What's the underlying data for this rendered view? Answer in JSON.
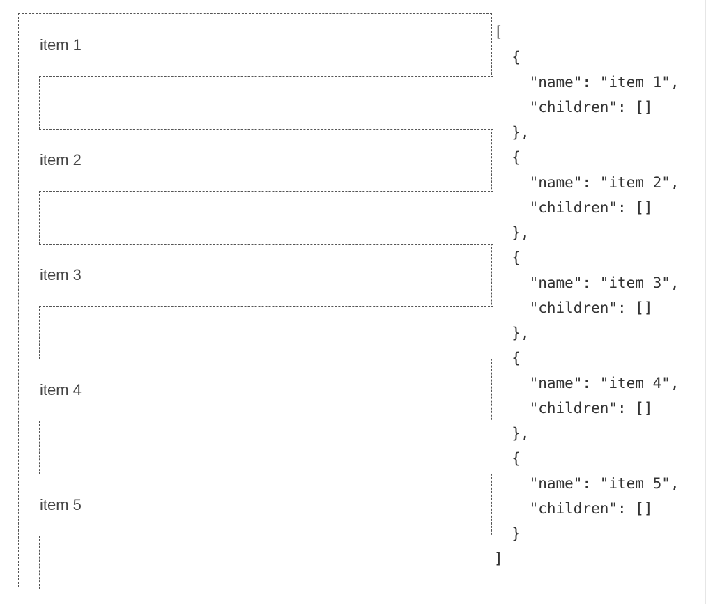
{
  "items": [
    {
      "label": "item 1"
    },
    {
      "label": "item 2"
    },
    {
      "label": "item 3"
    },
    {
      "label": "item 4"
    },
    {
      "label": "item 5"
    }
  ],
  "json_output": "[\n  {\n    \"name\": \"item 1\",\n    \"children\": []\n  },\n  {\n    \"name\": \"item 2\",\n    \"children\": []\n  },\n  {\n    \"name\": \"item 3\",\n    \"children\": []\n  },\n  {\n    \"name\": \"item 4\",\n    \"children\": []\n  },\n  {\n    \"name\": \"item 5\",\n    \"children\": []\n  }\n]"
}
